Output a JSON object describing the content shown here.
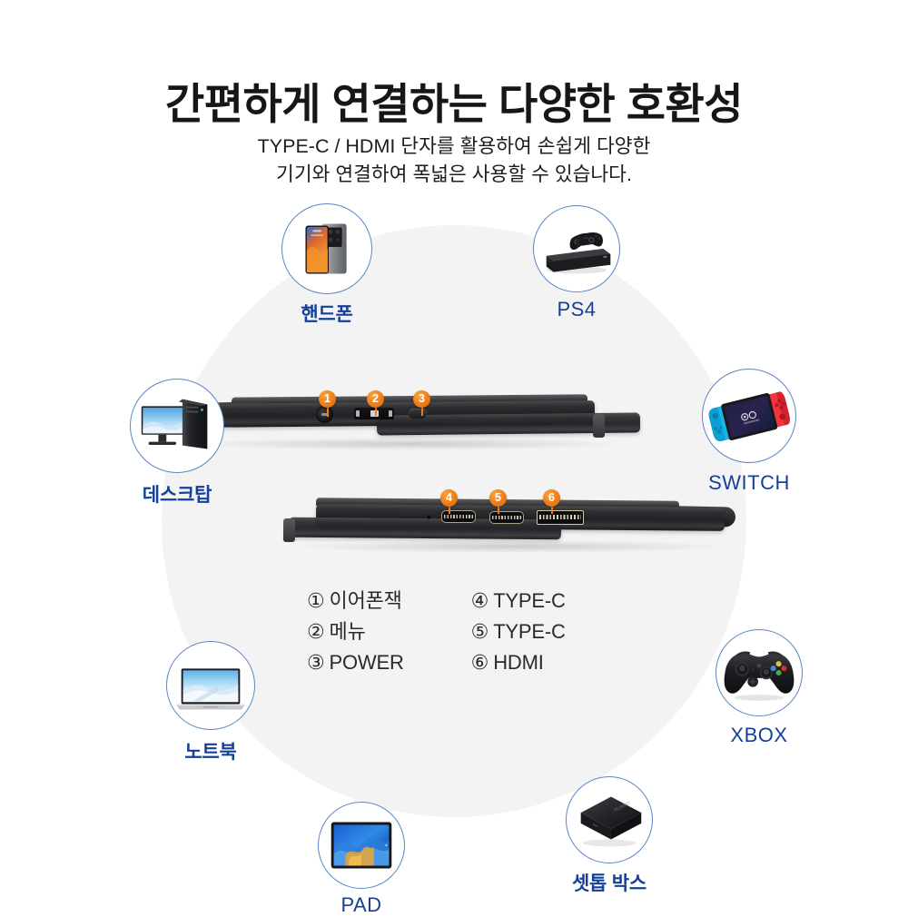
{
  "header": {
    "title": "간편하게 연결하는 다양한 호환성",
    "subtitle_line1": "TYPE-C / HDMI 단자를 활용하여 손쉽게 다양한",
    "subtitle_line2": "기기와 연결하여 폭넓은 사용할 수 있습나다."
  },
  "colors": {
    "badge_orange": "#f07d1a",
    "label_blue": "#14409a",
    "bubble_border": "#5b86c4",
    "backdrop_grey": "#f3f3f3",
    "title_black": "#161616"
  },
  "devices": [
    {
      "id": "phone",
      "label": "핸드폰",
      "icon": "smartphone-icon"
    },
    {
      "id": "ps4",
      "label": "PS4",
      "icon": "game-console-icon"
    },
    {
      "id": "desktop",
      "label": "데스크탑",
      "icon": "desktop-computer-icon"
    },
    {
      "id": "switch",
      "label": "SWITCH",
      "icon": "nintendo-switch-icon"
    },
    {
      "id": "notebook",
      "label": "노트북",
      "icon": "laptop-icon"
    },
    {
      "id": "xbox",
      "label": "XBOX",
      "icon": "game-controller-icon"
    },
    {
      "id": "pad",
      "label": "PAD",
      "icon": "tablet-icon"
    },
    {
      "id": "settop",
      "label": "셋톱 박스",
      "icon": "set-top-box-icon"
    }
  ],
  "callouts": [
    {
      "num": "1",
      "badge": "1"
    },
    {
      "num": "2",
      "badge": "2"
    },
    {
      "num": "3",
      "badge": "3"
    },
    {
      "num": "4",
      "badge": "4"
    },
    {
      "num": "5",
      "badge": "5"
    },
    {
      "num": "6",
      "badge": "6"
    }
  ],
  "legend": {
    "left": [
      {
        "marker": "①",
        "text": "이어폰잭"
      },
      {
        "marker": "②",
        "text": "메뉴"
      },
      {
        "marker": "③",
        "text": "POWER"
      }
    ],
    "right": [
      {
        "marker": "④",
        "text": "TYPE-C"
      },
      {
        "marker": "⑤",
        "text": "TYPE-C"
      },
      {
        "marker": "⑥",
        "text": "HDMI"
      }
    ]
  },
  "monitors": [
    {
      "id": "upper",
      "ports": [
        "earphone-jack",
        "menu-switch",
        "power-button"
      ]
    },
    {
      "id": "lower",
      "ports": [
        "usb-c-port",
        "usb-c-port",
        "hdmi-port"
      ]
    }
  ]
}
